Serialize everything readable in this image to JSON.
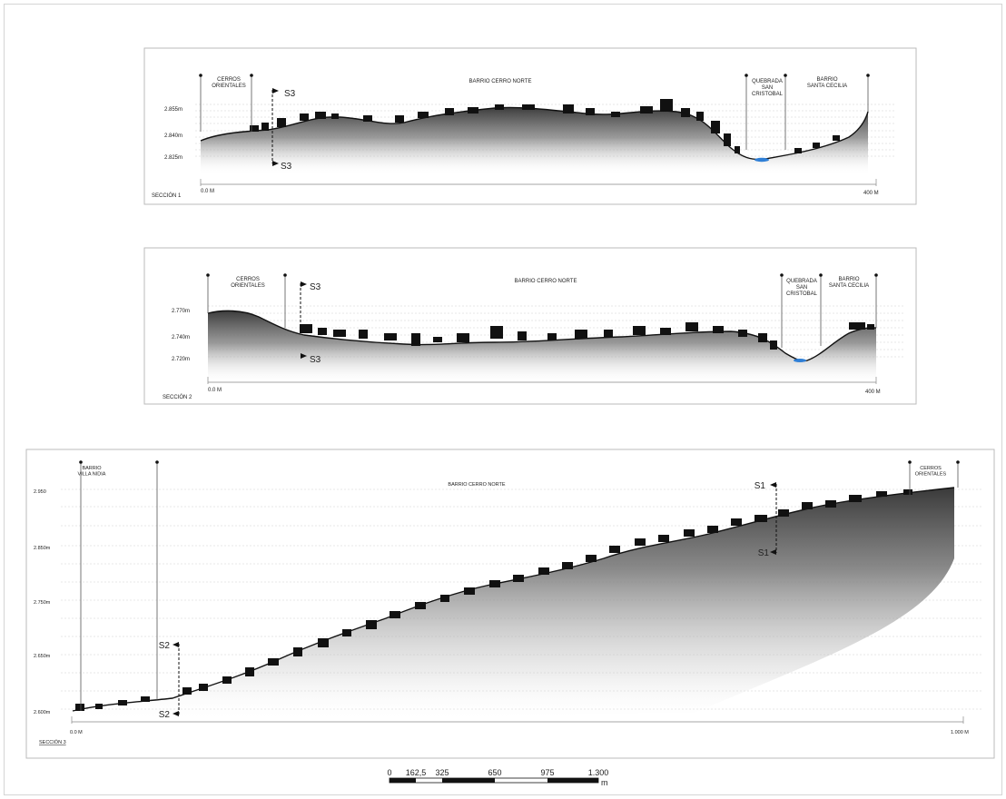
{
  "sections": [
    {
      "id": "section-1",
      "caption": "SECCIÓN 1",
      "elevations": [
        "2.855m",
        "2.840m",
        "2.825m"
      ],
      "dist_start": "0.0 M",
      "dist_end": "400 M",
      "zones": [
        "CERROS ORIENTALES",
        "BARRIO CERRO NORTE",
        "QUEBRADA SAN CRISTOBAL",
        "BARRIO SANTA CECILIA"
      ],
      "markers": [
        "S3",
        "S3"
      ]
    },
    {
      "id": "section-2",
      "caption": "SECCIÓN 2",
      "elevations": [
        "2.770m",
        "2.740m",
        "2.720m"
      ],
      "dist_start": "0.0 M",
      "dist_end": "400 M",
      "zones": [
        "CERROS ORIENTALES",
        "BARRIO CERRO NORTE",
        "QUEBRADA SAN CRISTOBAL",
        "BARRIO SANTA CECILIA"
      ],
      "markers": [
        "S3",
        "S3"
      ]
    },
    {
      "id": "section-3",
      "caption": "SECCIÓN 3",
      "elevations": [
        "2.950",
        "2.850m",
        "2.750m",
        "2.650m",
        "2.600m"
      ],
      "dist_start": "0.0 M",
      "dist_end": "1.000 M",
      "zones": [
        "BARRIO VILLA NIDIA",
        "BARRIO CERRO NORTE",
        "CERROS ORIENTALES"
      ],
      "markers": [
        "S1",
        "S1",
        "S2",
        "S2"
      ]
    }
  ],
  "scale_bar": {
    "ticks": [
      "0",
      "162,5",
      "325",
      "650",
      "975",
      "1.300"
    ],
    "unit": "m"
  },
  "colors": {
    "terrain": "#4a4a4a",
    "buildings": "#111111",
    "water": "#2f7fd6",
    "guides": "#c8c8c8"
  }
}
